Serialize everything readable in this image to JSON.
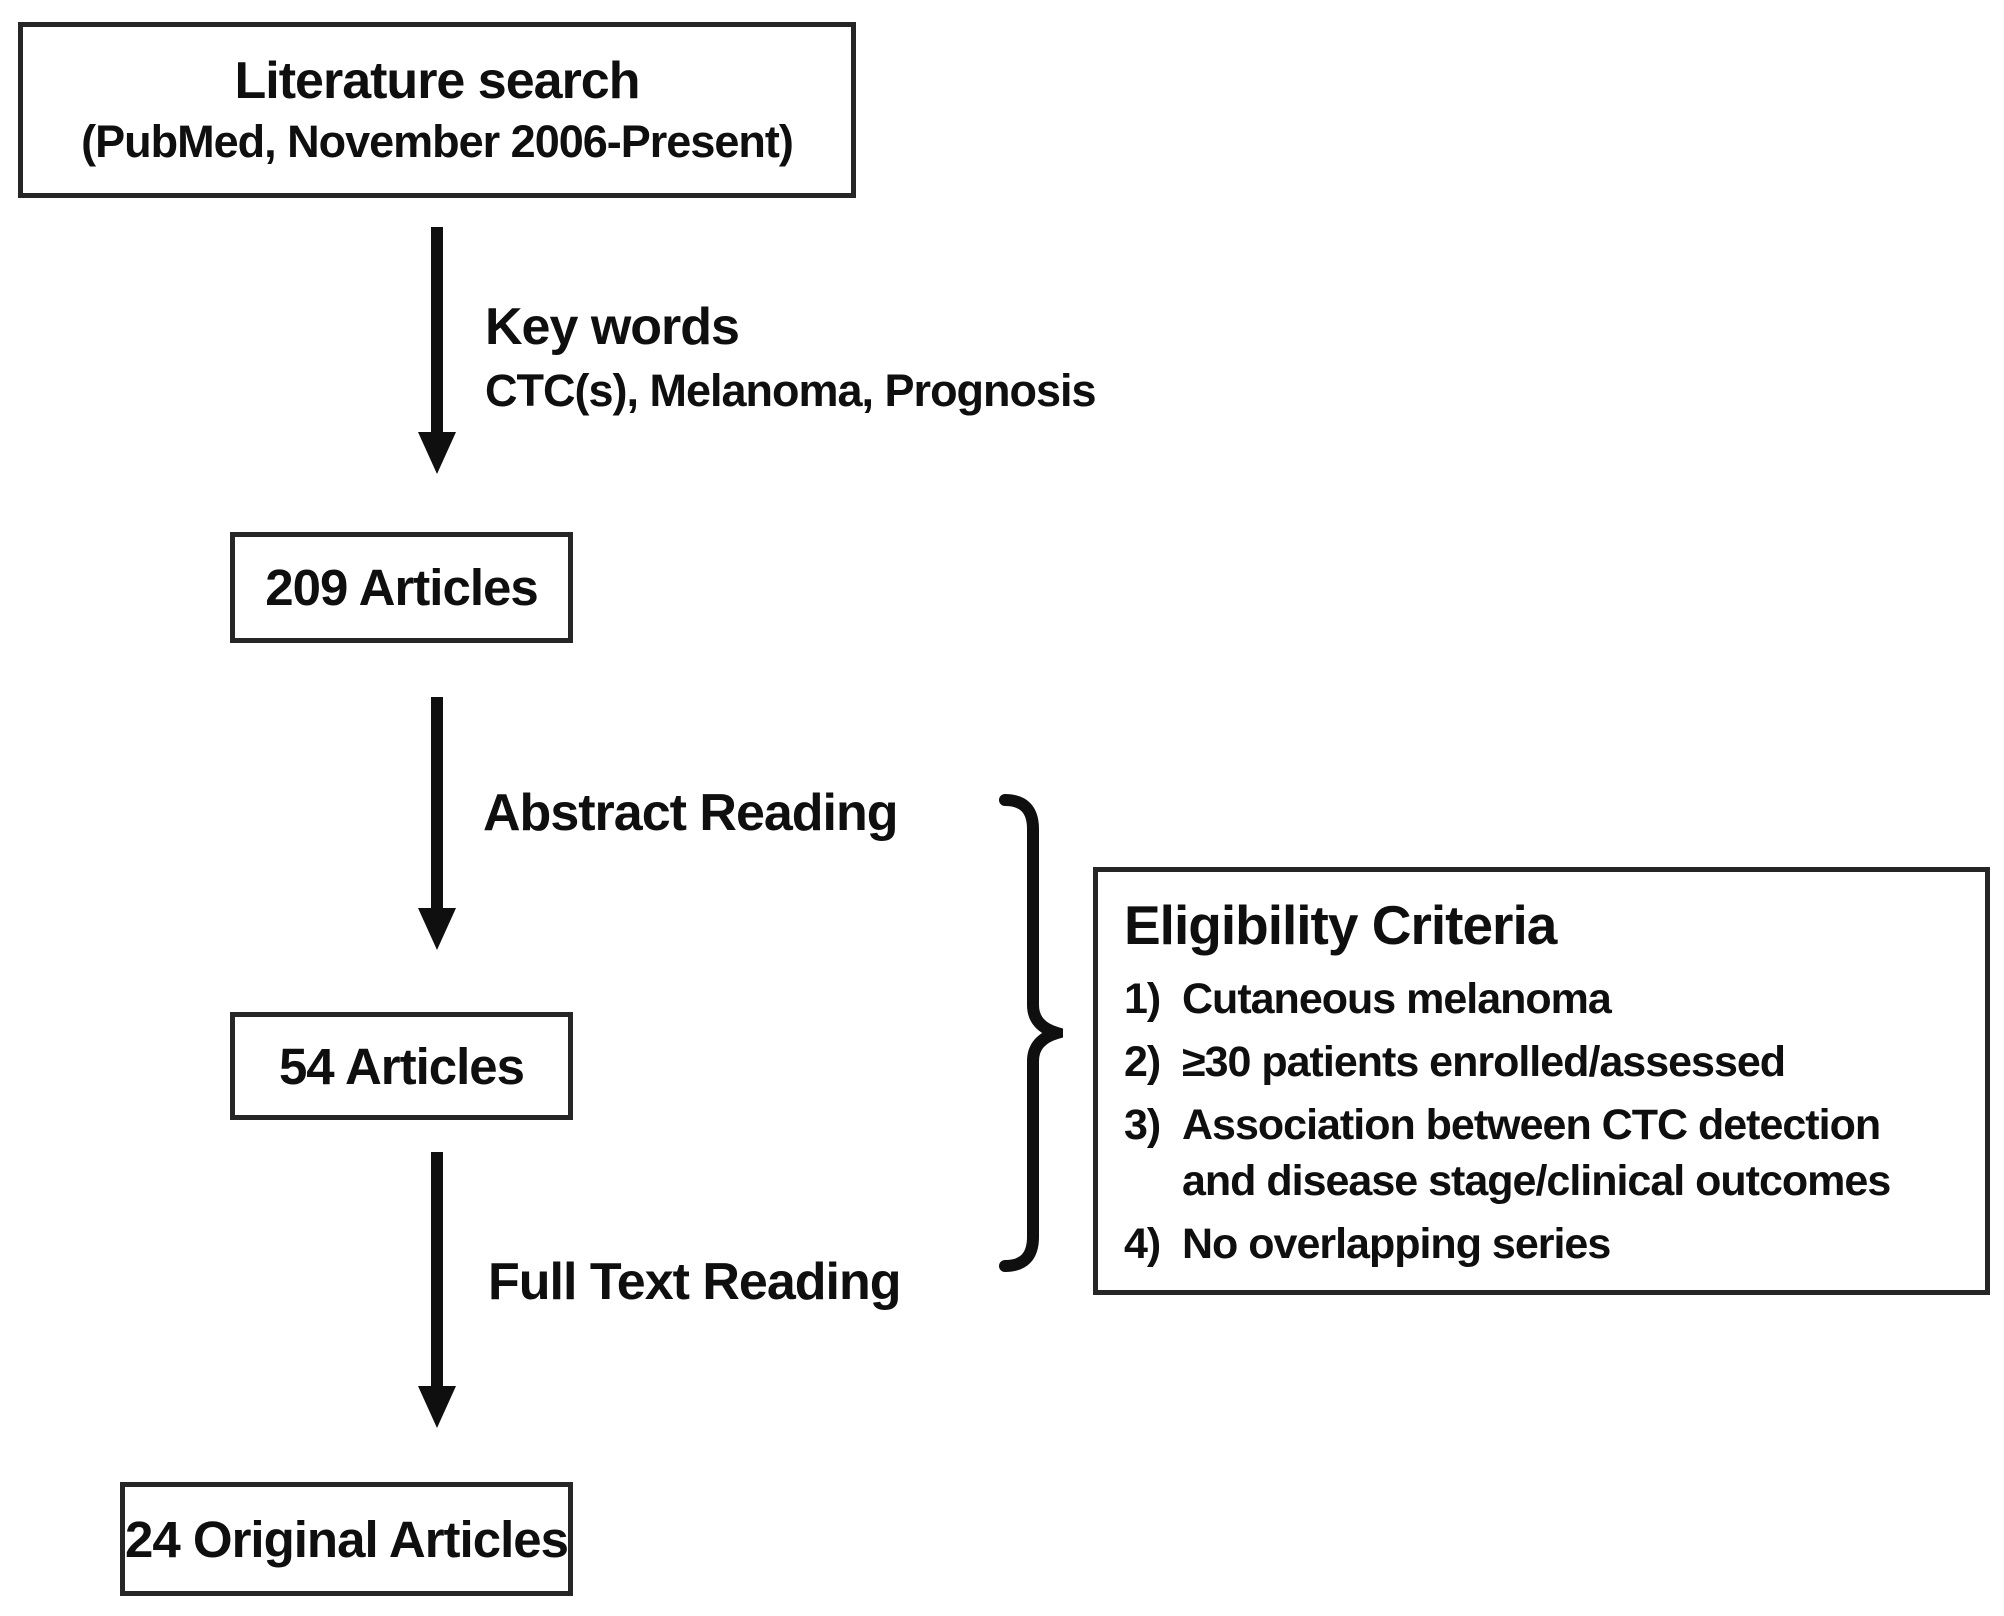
{
  "figure": {
    "colors": {
      "background": "#ffffff",
      "ink": "#0f0f0f",
      "border": "#262626"
    },
    "literature_box": {
      "title": "Literature search",
      "subtitle": "(PubMed, November 2006-Present)"
    },
    "keywords": {
      "title": "Key words",
      "subtitle": "CTC(s), Melanoma, Prognosis"
    },
    "articles_209": {
      "label": "209 Articles"
    },
    "abstract_reading": {
      "label": "Abstract Reading"
    },
    "articles_54": {
      "label": "54 Articles"
    },
    "full_text_reading": {
      "label": "Full Text Reading"
    },
    "articles_24": {
      "label": "24 Original Articles"
    },
    "eligibility": {
      "title": "Eligibility Criteria",
      "items": [
        {
          "num": "1)",
          "text": "Cutaneous melanoma"
        },
        {
          "num": "2)",
          "text": "≥30 patients enrolled/assessed"
        },
        {
          "num": "3)",
          "text": "Association between CTC detection and disease stage/clinical outcomes"
        },
        {
          "num": "4)",
          "text": "No overlapping series"
        }
      ]
    }
  }
}
